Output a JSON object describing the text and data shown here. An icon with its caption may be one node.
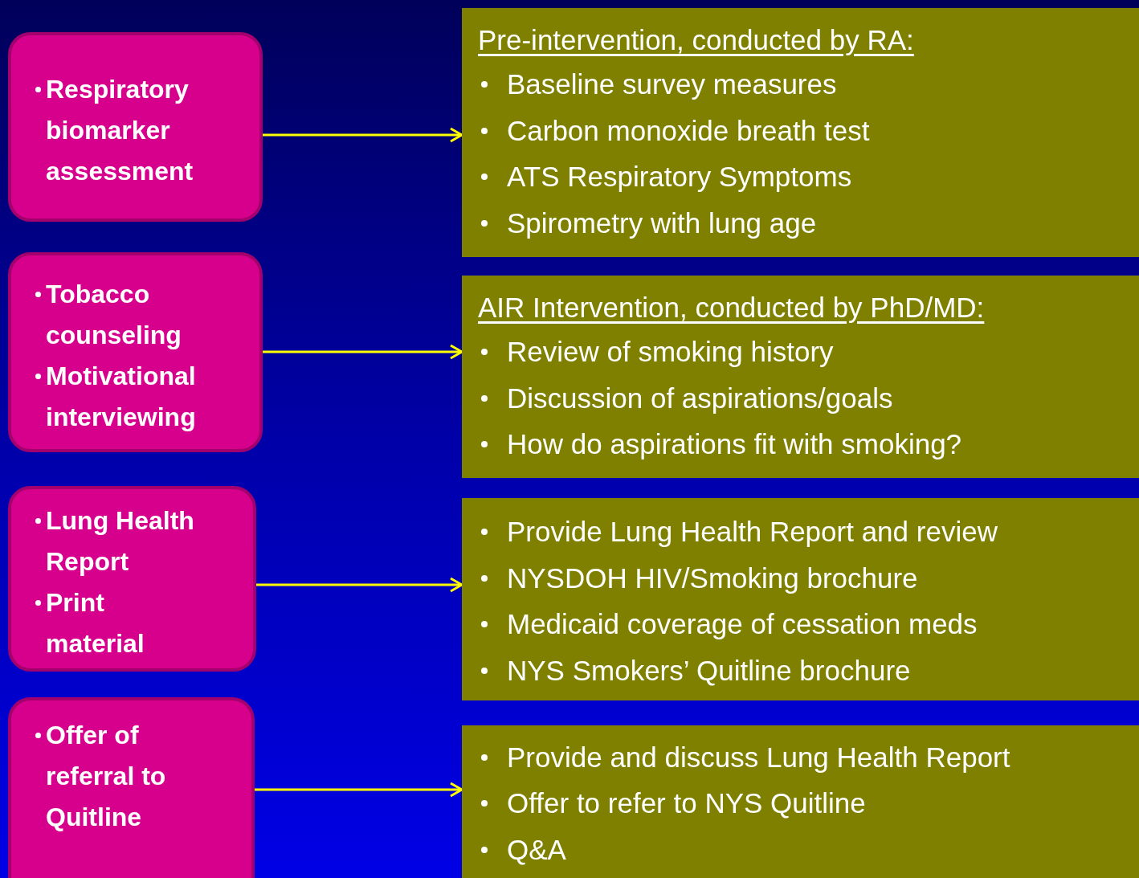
{
  "diagram": {
    "nodes": [
      {
        "text": [
          "Respiratory biomarker assessment"
        ]
      },
      {
        "text": [
          "Pre-intervention, conducted by RA:",
          "Baseline survey measures",
          "Carbon monoxide breath test",
          "ATS Respiratory Symptoms",
          "Spirometry with lung age"
        ]
      },
      {
        "text": [
          "Tobacco counseling",
          "Motivational interviewing"
        ]
      },
      {
        "text": [
          "AIR Intervention, conducted by PhD/MD:",
          "Review of smoking history",
          "Discussion of aspirations/goals",
          "How do aspirations fit with smoking?"
        ]
      },
      {
        "text": [
          "Lung Health Report",
          "Print material"
        ]
      },
      {
        "text": [
          "Provide Lung Health Report and review",
          "NYSDOH HIV/Smoking brochure",
          "Medicaid coverage of cessation meds",
          "NYS Smokers’ Quitline brochure"
        ]
      },
      {
        "text": [
          "Offer of referral to Quitline"
        ]
      },
      {
        "text": [
          "Provide and discuss Lung Health Report",
          "Offer to refer to NYS Quitline",
          "Q&A"
        ]
      }
    ],
    "edges": [
      {
        "from": 0,
        "to": 1,
        "arrow": "to",
        "color": "#ffff00"
      },
      {
        "from": 2,
        "to": 3,
        "arrow": "to",
        "color": "#ffff00"
      },
      {
        "from": 4,
        "to": 5,
        "arrow": "to",
        "color": "#ffff00"
      },
      {
        "from": 6,
        "to": 7,
        "arrow": "to",
        "color": "#ffff00"
      }
    ]
  }
}
